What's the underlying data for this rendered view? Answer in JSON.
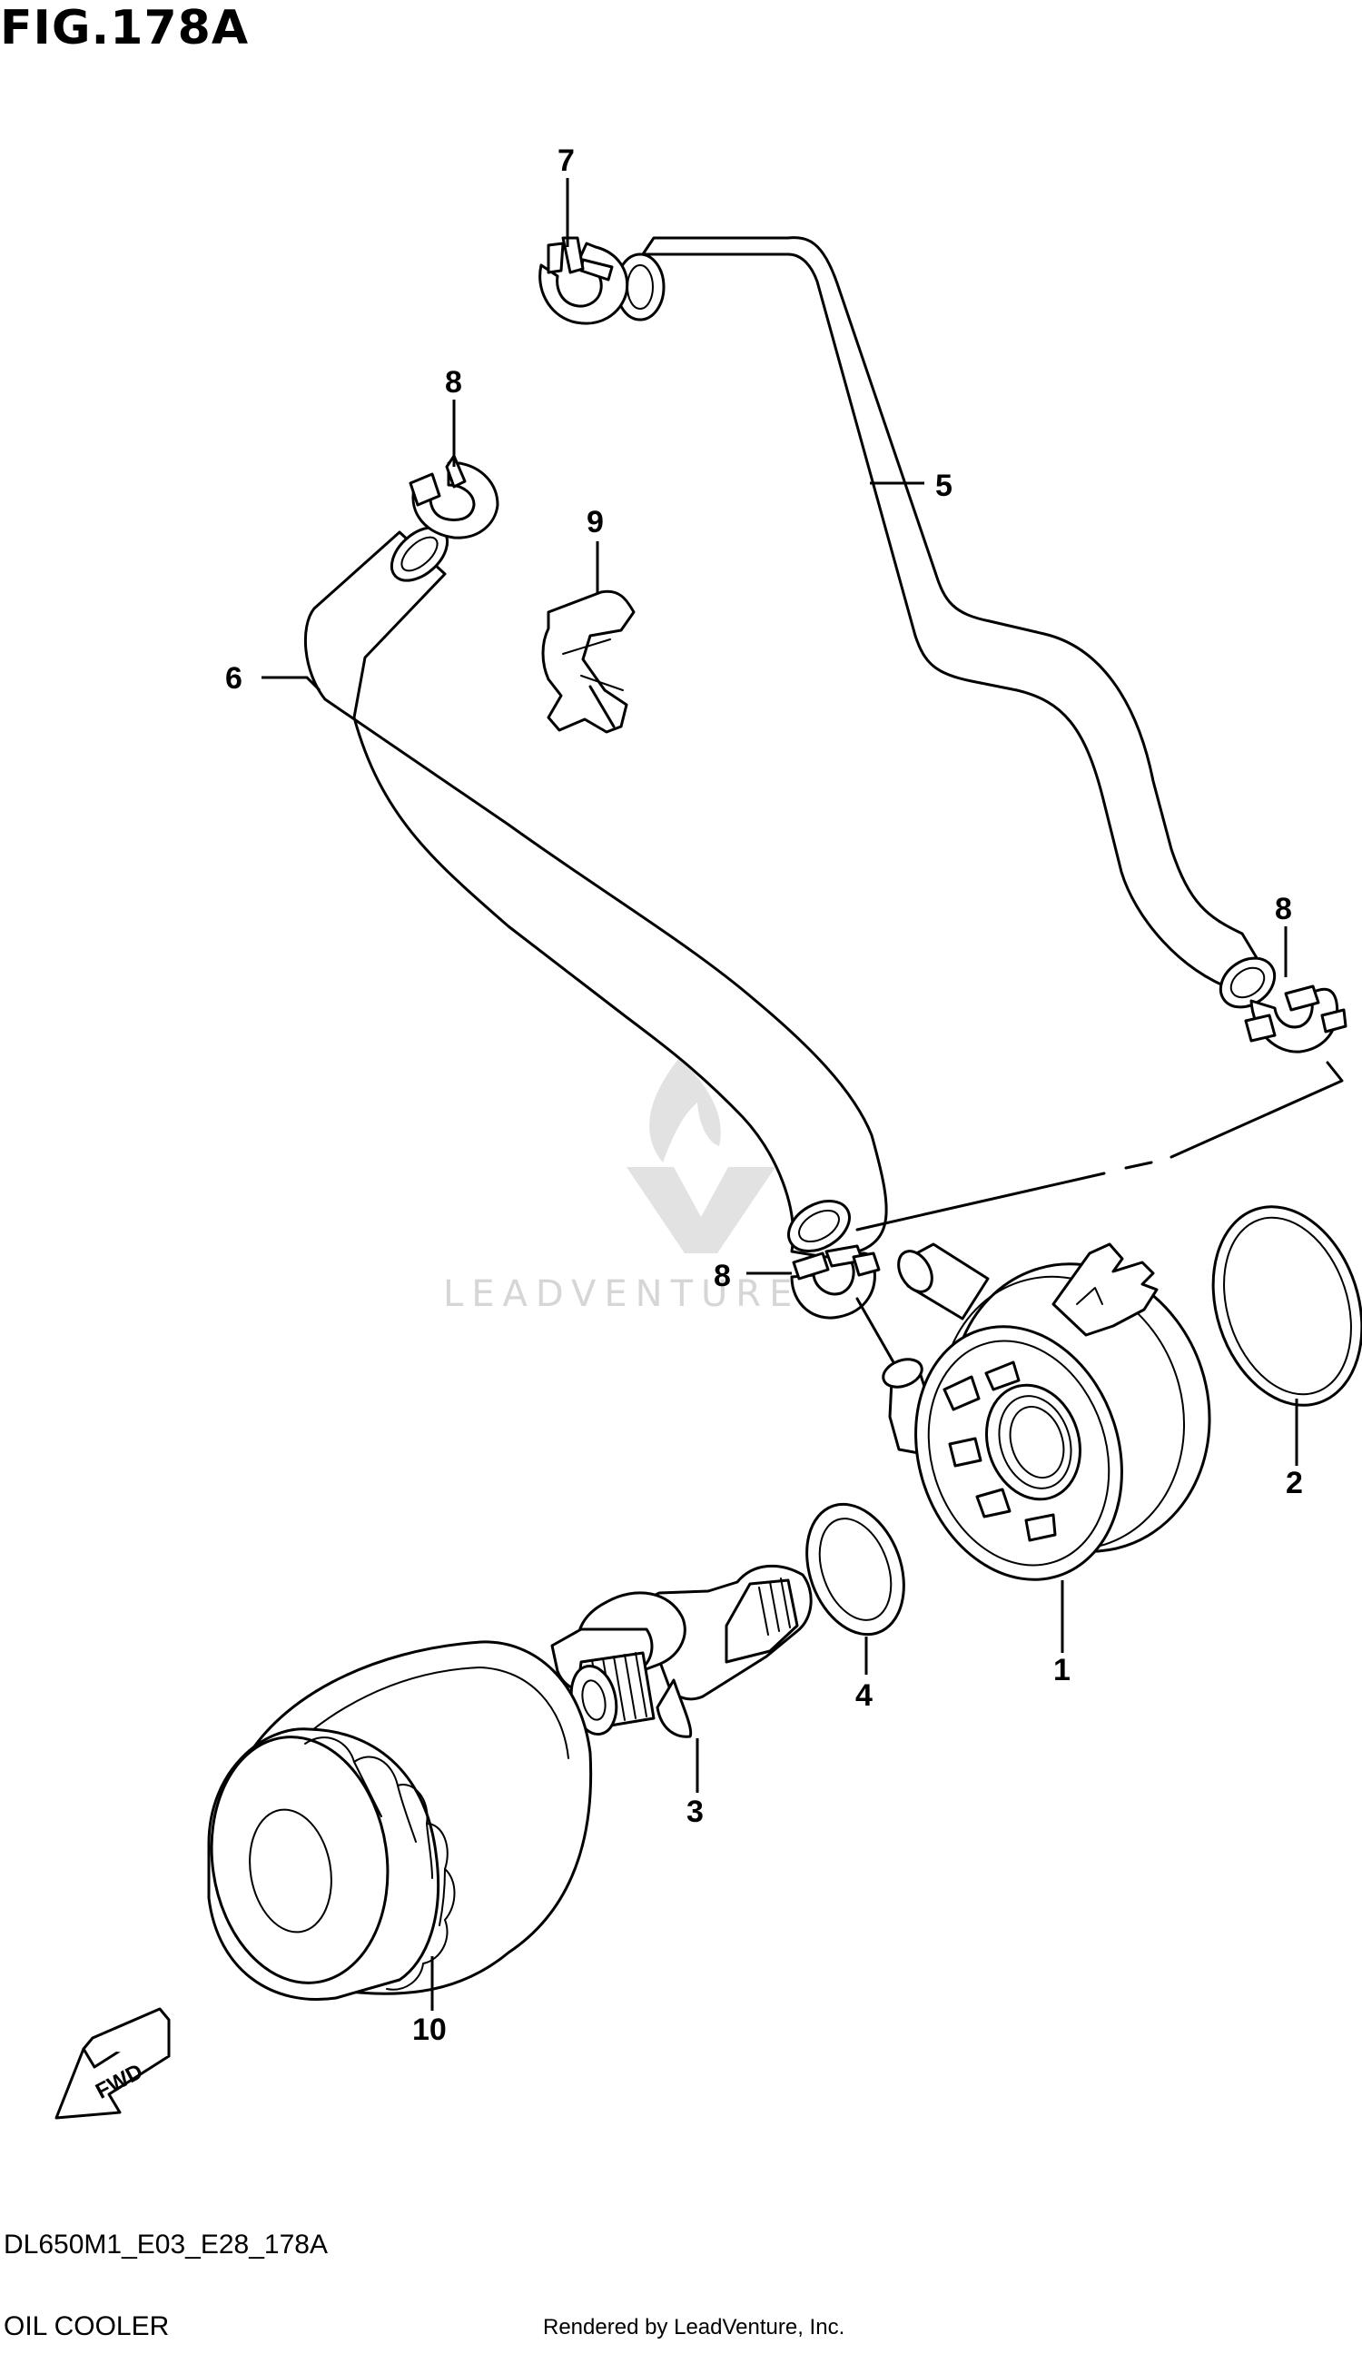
{
  "figure": {
    "title": "FIG.178A"
  },
  "callouts": [
    "1",
    "2",
    "3",
    "4",
    "5",
    "6",
    "7",
    "8",
    "8",
    "8",
    "9",
    "10"
  ],
  "direction_marker": "FWD",
  "watermark": "LEADVENTURE",
  "footer": {
    "diagram_code": "DL650M1_E03_E28_178A",
    "section_name": "OIL COOLER",
    "credit": "Rendered by LeadVenture, Inc."
  }
}
